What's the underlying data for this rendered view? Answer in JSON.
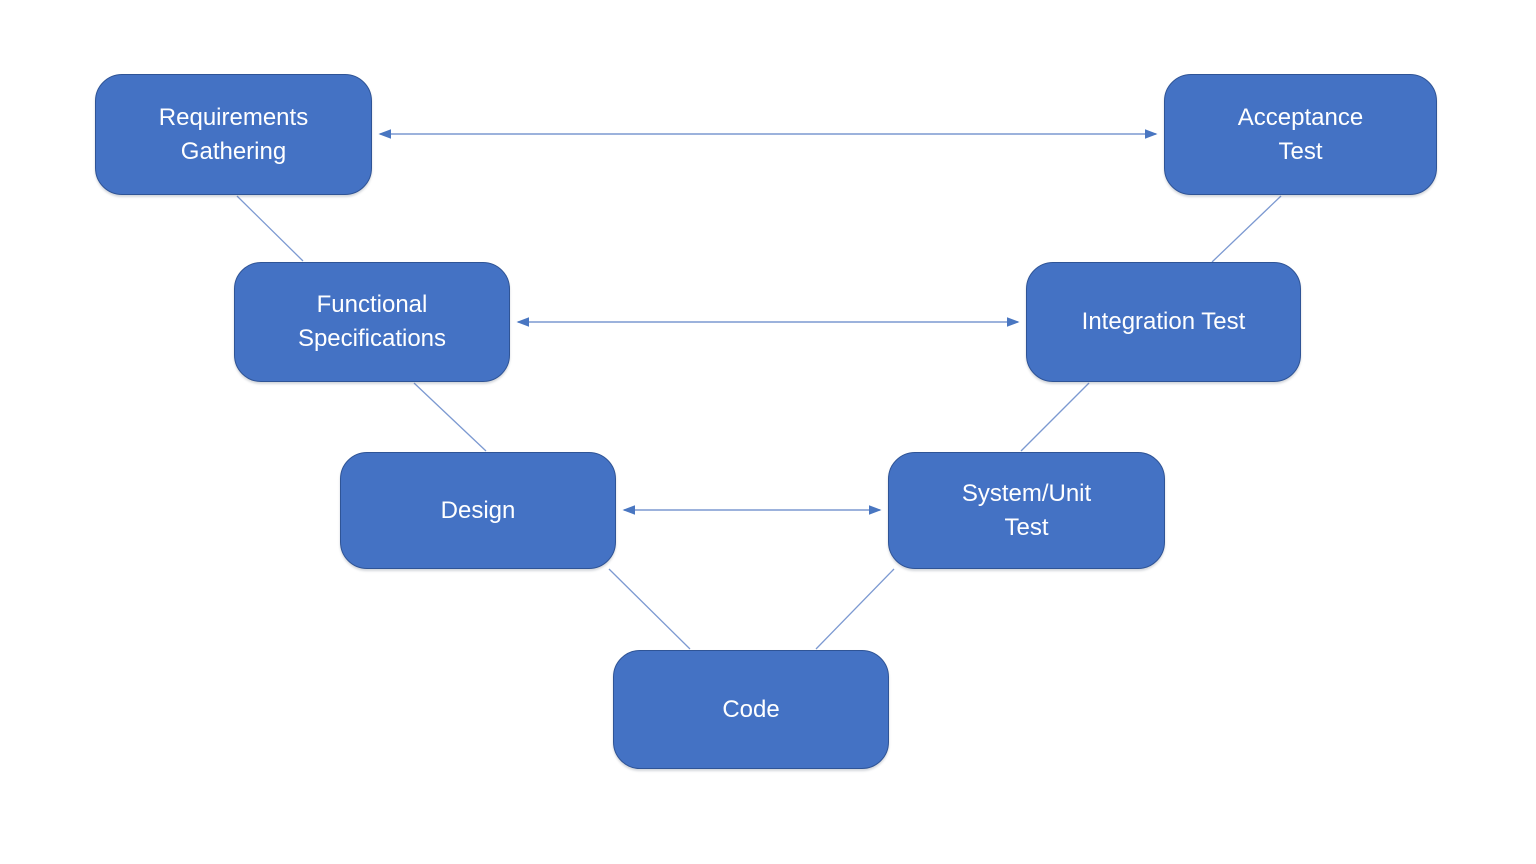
{
  "colors": {
    "background": "#ffffff",
    "node_fill": "#4472C4",
    "node_border": "#2F5496",
    "node_text": "#ffffff",
    "connector": "#7C99D1",
    "arrowhead": "#4976C1"
  },
  "nodes": [
    {
      "id": "requirements-gathering",
      "lines": [
        "Requirements",
        "Gathering"
      ]
    },
    {
      "id": "acceptance-test",
      "lines": [
        "Acceptance",
        "Test"
      ]
    },
    {
      "id": "functional-specifications",
      "lines": [
        "Functional",
        "Specifications"
      ]
    },
    {
      "id": "integration-test",
      "lines": [
        "Integration Test"
      ]
    },
    {
      "id": "design",
      "lines": [
        "Design"
      ]
    },
    {
      "id": "system-unit-test",
      "lines": [
        "System/Unit",
        "Test"
      ]
    },
    {
      "id": "code",
      "lines": [
        "Code"
      ]
    }
  ],
  "edges": [
    {
      "from": "requirements-gathering",
      "to": "acceptance-test",
      "style": "double-arrow"
    },
    {
      "from": "functional-specifications",
      "to": "integration-test",
      "style": "double-arrow"
    },
    {
      "from": "design",
      "to": "system-unit-test",
      "style": "double-arrow"
    },
    {
      "from": "requirements-gathering",
      "to": "functional-specifications",
      "style": "line"
    },
    {
      "from": "functional-specifications",
      "to": "design",
      "style": "line"
    },
    {
      "from": "design",
      "to": "code",
      "style": "line"
    },
    {
      "from": "code",
      "to": "system-unit-test",
      "style": "line"
    },
    {
      "from": "system-unit-test",
      "to": "integration-test",
      "style": "line"
    },
    {
      "from": "integration-test",
      "to": "acceptance-test",
      "style": "line"
    }
  ]
}
